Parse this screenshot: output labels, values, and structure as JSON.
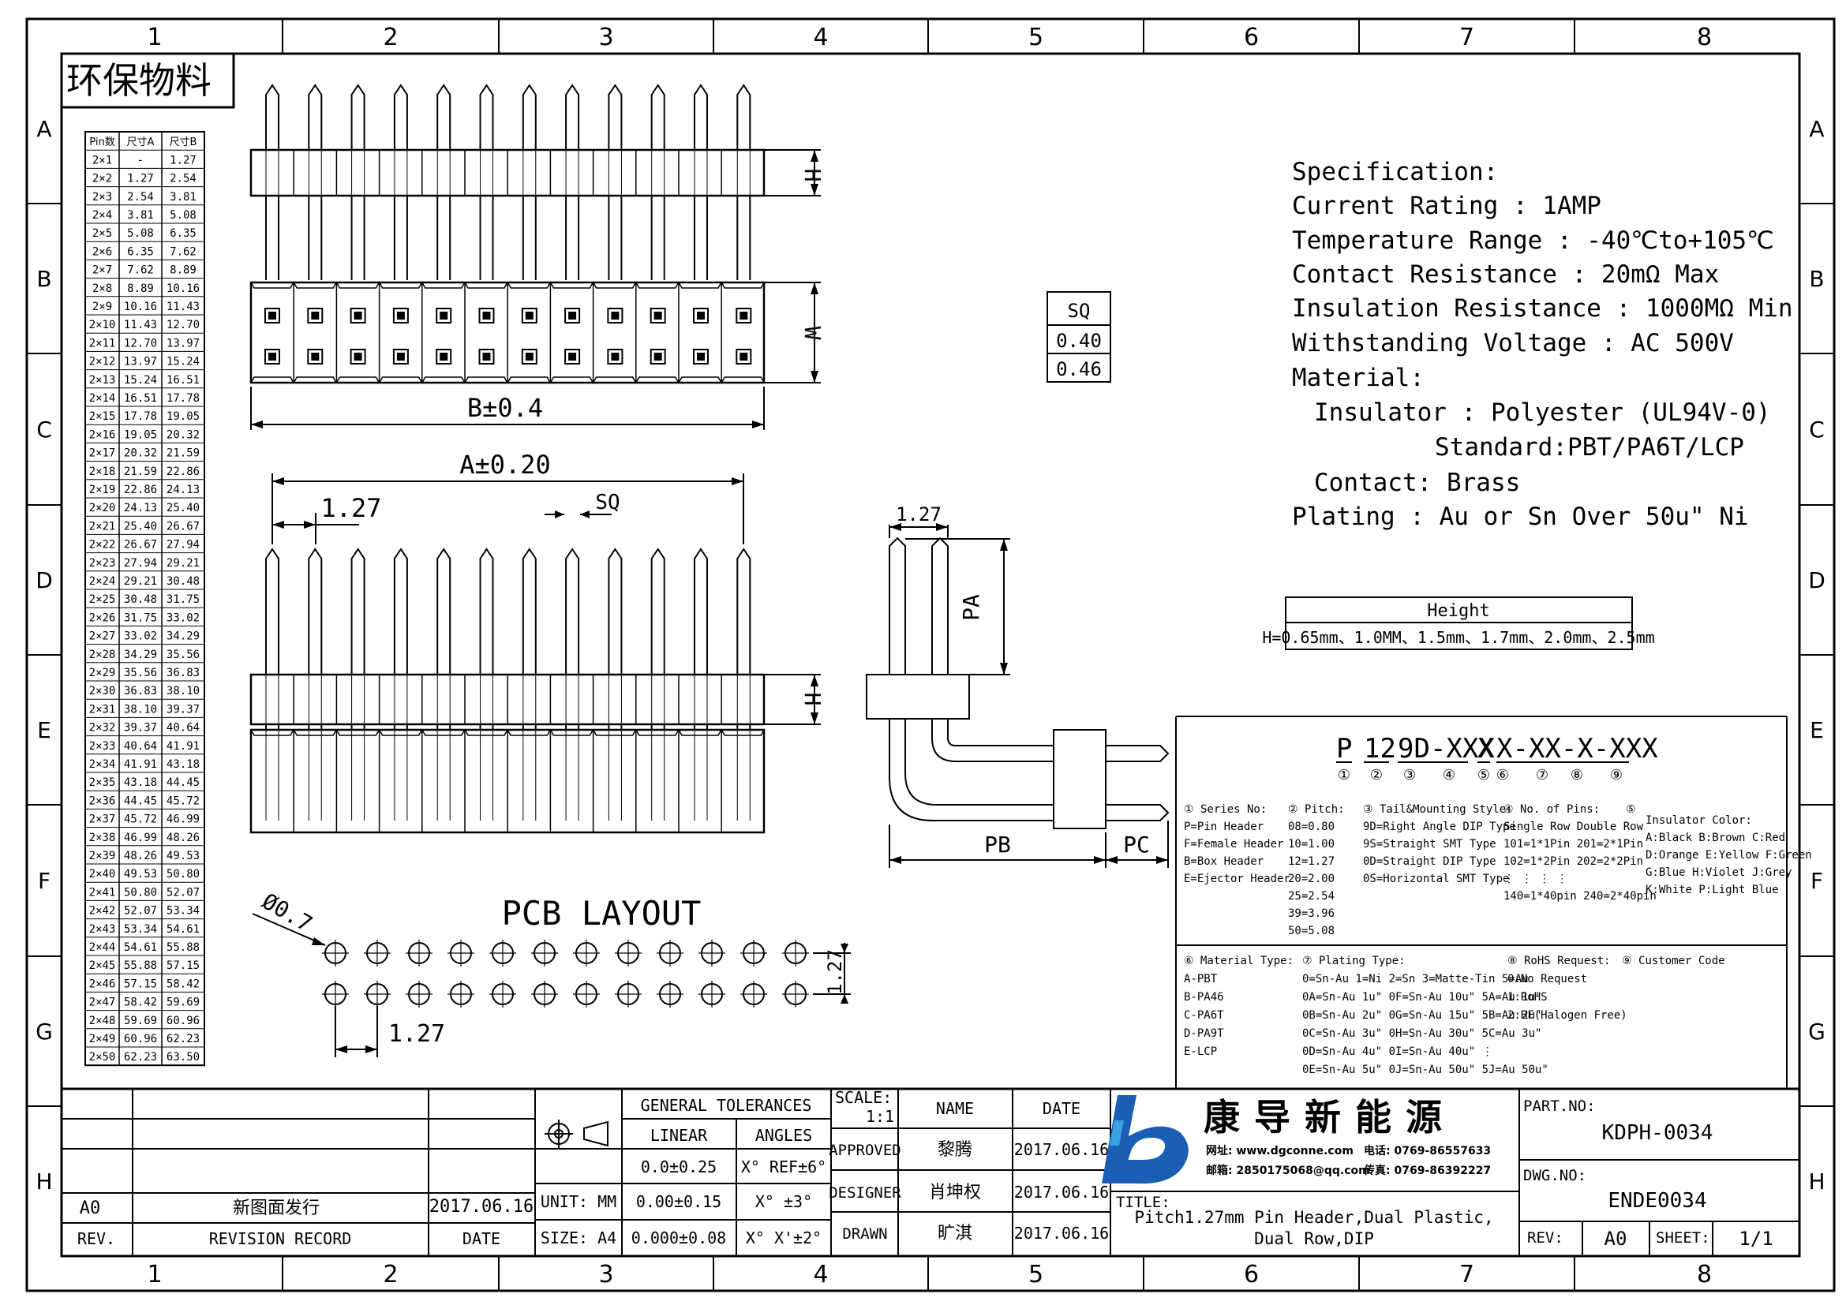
{
  "sheet": {
    "column_labels": [
      "1",
      "2",
      "3",
      "4",
      "5",
      "6",
      "7",
      "8"
    ],
    "row_labels": [
      "A",
      "B",
      "C",
      "D",
      "E",
      "F",
      "G",
      "H"
    ]
  },
  "eco_stamp": "环保物料",
  "dimension_table": {
    "headers": [
      "Pin数",
      "尺寸A",
      "尺寸B"
    ],
    "rows": [
      [
        "2×1",
        "-",
        "1.27"
      ],
      [
        "2×2",
        "1.27",
        "2.54"
      ],
      [
        "2×3",
        "2.54",
        "3.81"
      ],
      [
        "2×4",
        "3.81",
        "5.08"
      ],
      [
        "2×5",
        "5.08",
        "6.35"
      ],
      [
        "2×6",
        "6.35",
        "7.62"
      ],
      [
        "2×7",
        "7.62",
        "8.89"
      ],
      [
        "2×8",
        "8.89",
        "10.16"
      ],
      [
        "2×9",
        "10.16",
        "11.43"
      ],
      [
        "2×10",
        "11.43",
        "12.70"
      ],
      [
        "2×11",
        "12.70",
        "13.97"
      ],
      [
        "2×12",
        "13.97",
        "15.24"
      ],
      [
        "2×13",
        "15.24",
        "16.51"
      ],
      [
        "2×14",
        "16.51",
        "17.78"
      ],
      [
        "2×15",
        "17.78",
        "19.05"
      ],
      [
        "2×16",
        "19.05",
        "20.32"
      ],
      [
        "2×17",
        "20.32",
        "21.59"
      ],
      [
        "2×18",
        "21.59",
        "22.86"
      ],
      [
        "2×19",
        "22.86",
        "24.13"
      ],
      [
        "2×20",
        "24.13",
        "25.40"
      ],
      [
        "2×21",
        "25.40",
        "26.67"
      ],
      [
        "2×22",
        "26.67",
        "27.94"
      ],
      [
        "2×23",
        "27.94",
        "29.21"
      ],
      [
        "2×24",
        "29.21",
        "30.48"
      ],
      [
        "2×25",
        "30.48",
        "31.75"
      ],
      [
        "2×26",
        "31.75",
        "33.02"
      ],
      [
        "2×27",
        "33.02",
        "34.29"
      ],
      [
        "2×28",
        "34.29",
        "35.56"
      ],
      [
        "2×29",
        "35.56",
        "36.83"
      ],
      [
        "2×30",
        "36.83",
        "38.10"
      ],
      [
        "2×31",
        "38.10",
        "39.37"
      ],
      [
        "2×32",
        "39.37",
        "40.64"
      ],
      [
        "2×33",
        "40.64",
        "41.91"
      ],
      [
        "2×34",
        "41.91",
        "43.18"
      ],
      [
        "2×35",
        "43.18",
        "44.45"
      ],
      [
        "2×36",
        "44.45",
        "45.72"
      ],
      [
        "2×37",
        "45.72",
        "46.99"
      ],
      [
        "2×38",
        "46.99",
        "48.26"
      ],
      [
        "2×39",
        "48.26",
        "49.53"
      ],
      [
        "2×40",
        "49.53",
        "50.80"
      ],
      [
        "2×41",
        "50.80",
        "52.07"
      ],
      [
        "2×42",
        "52.07",
        "53.34"
      ],
      [
        "2×43",
        "53.34",
        "54.61"
      ],
      [
        "2×44",
        "54.61",
        "55.88"
      ],
      [
        "2×45",
        "55.88",
        "57.15"
      ],
      [
        "2×46",
        "57.15",
        "58.42"
      ],
      [
        "2×47",
        "58.42",
        "59.69"
      ],
      [
        "2×48",
        "59.69",
        "60.96"
      ],
      [
        "2×49",
        "60.96",
        "62.23"
      ],
      [
        "2×50",
        "62.23",
        "63.50"
      ]
    ]
  },
  "dims": {
    "h": "H",
    "w": "W",
    "b": "B±0.4",
    "a": "A±0.20",
    "pitch": "1.27",
    "sq": "SQ",
    "pa": "PA",
    "pb": "PB",
    "pc": "PC",
    "hole": "Ø0.7",
    "pcb_title": "PCB LAYOUT"
  },
  "sq_table": {
    "header": "SQ",
    "values": [
      "0.40",
      "0.46"
    ]
  },
  "specification": {
    "lines": [
      "Specification:",
      "Current Rating : 1AMP",
      "Temperature Range : -40℃to+105℃",
      "Contact Resistance : 20mΩ Max",
      "Insulation Resistance : 1000MΩ Min",
      "Withstanding Voltage : AC 500V",
      "Material:",
      "Insulator : Polyester (UL94V-0)",
      "Standard:PBT/PA6T/LCP",
      "Contact: Brass",
      "Plating : Au or Sn Over 50u\" Ni"
    ]
  },
  "height_table": {
    "header": "Height",
    "value": "H=0.65mm、1.0MM、1.5mm、1.7mm、2.0mm、2.5mm"
  },
  "part_code": {
    "segments": [
      "P",
      "12",
      "9D-XXX",
      "X",
      "X-XX-X-XXX"
    ],
    "markers": [
      "①",
      "②",
      "③",
      "④",
      "⑤",
      "⑥",
      "⑦",
      "⑧",
      "⑨"
    ]
  },
  "legend": {
    "series": [
      "① Series No:",
      "P=Pin Header",
      "F=Female Header",
      "B=Box Header",
      "E=Ejector Header"
    ],
    "pitch": [
      "② Pitch:",
      "08=0.80",
      "10=1.00",
      "12=1.27",
      "20=2.00",
      "25=2.54",
      "39=3.96",
      "50=5.08"
    ],
    "tail": [
      "③ Tail&Mounting Style:",
      "9D=Right Angle DIP Type",
      "9S=Straight SMT Type",
      "0D=Straight DIP Type",
      "0S=Horizontal SMT Type"
    ],
    "pins": [
      "④ No. of Pins:",
      "Single Row   Double Row",
      "101=1*1Pin   201=2*1Pin",
      "102=1*2Pin   202=2*2Pin",
      "⋮    ⋮         ⋮    ⋮",
      "140=1*40pin  240=2*40pin"
    ],
    "color": [
      "⑤",
      "Insulator Color:",
      "A:Black  B:Brown  C:Red",
      "D:Orange E:Yellow F:Green",
      "G:Blue   H:Violet J:Grey",
      "K:White  P:Light Blue"
    ],
    "material": [
      "⑥ Material Type:",
      "A-PBT",
      "B-PA46",
      "C-PA6T",
      "D-PA9T",
      "E-LCP"
    ],
    "plating": [
      "⑦ Plating Type:",
      "0=Sn-Au 1=Ni 2=Sn 3=Matte-Tin 5=Au",
      "0A=Sn-Au 1u\" 0F=Sn-Au 10u\"  5A=Au 1u\"",
      "0B=Sn-Au 2u\" 0G=Sn-Au 15u\"  5B=Au 2u\"",
      "0C=Sn-Au 3u\" 0H=Sn-Au 30u\"  5C=Au 3u\"",
      "0D=Sn-Au 4u\" 0I=Sn-Au 40u\"    ⋮",
      "0E=Sn-Au 5u\" 0J=Sn-Au 50u\"  5J=Au 50u\""
    ],
    "rohs": [
      "⑧ RoHS Request:",
      "0:No Request",
      "1:RoHS",
      "2:HF(Halogen Free)"
    ],
    "customer": [
      "⑨ Customer Code"
    ]
  },
  "title_block": {
    "general_tolerances": "GENERAL TOLERANCES",
    "linear": "LINEAR",
    "angles": "ANGLES",
    "tol_linear": [
      "0.0±0.25",
      "0.00±0.15",
      "0.000±0.08"
    ],
    "tol_angles": [
      "X° REF±6°",
      "X° ±3°",
      "X° X'±2°"
    ],
    "unit": "UNIT: MM",
    "size": "SIZE: A4",
    "scale": "SCALE:",
    "scale_value": "1:1",
    "name": "NAME",
    "date": "DATE",
    "approved": "APPROVED",
    "designer": "DESIGNER",
    "drawn": "DRAWN",
    "approved_name": "黎腾",
    "designer_name": "肖坤权",
    "drawn_name": "旷淇",
    "approved_date": "2017.06.16",
    "designer_date": "2017.06.16",
    "drawn_date": "2017.06.16",
    "company": "康导新能源",
    "website": "网址: www.dgconne.com",
    "phone": "电话: 0769-86557633",
    "email": "邮箱: 2850175068@qq.com",
    "fax": "传真: 0769-86392227",
    "title_label": "TITLE:",
    "title_line1": "Pitch1.27mm Pin Header,Dual Plastic,",
    "title_line2": "Dual Row,DIP",
    "part_no_label": "PART.NO:",
    "part_no": "KDPH-0034",
    "dwg_no_label": "DWG.NO:",
    "dwg_no": "ENDE0034",
    "rev_label": "REV:",
    "rev": "A0",
    "sheet_label": "SHEET:",
    "sheet": "1/1",
    "revision": {
      "rev": "A0",
      "record": "新图面发行",
      "date": "2017.06.16",
      "rev_header": "REV.",
      "record_header": "REVISION RECORD",
      "date_header": "DATE"
    }
  },
  "colors": {
    "line": "#000000",
    "logo_blue": "#1a5fb4",
    "logo_cyan": "#3aa0e0"
  }
}
